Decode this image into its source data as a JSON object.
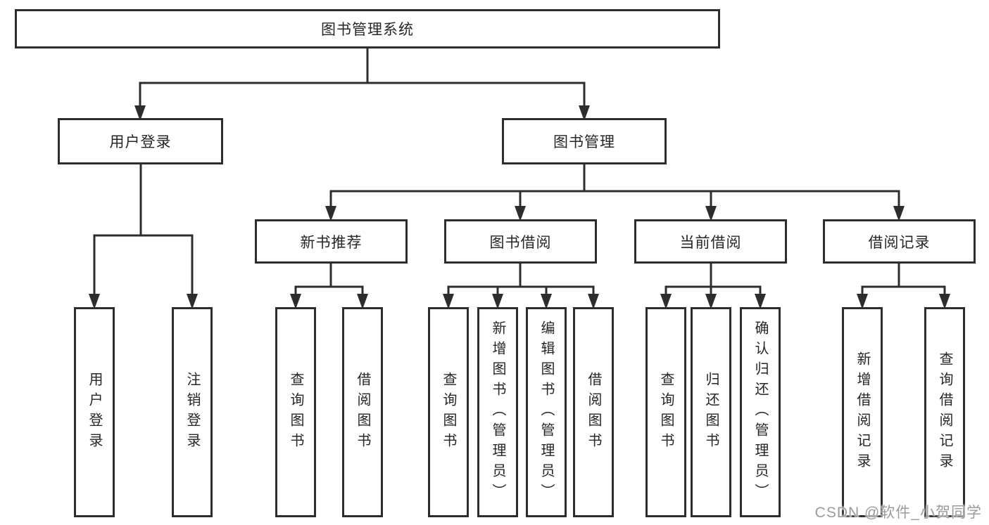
{
  "diagram": {
    "root": {
      "label": "图书管理系统"
    },
    "branches": [
      {
        "label": "用户登录",
        "leaves": [
          "用户登录",
          "注销登录"
        ]
      },
      {
        "label": "图书管理",
        "groups": [
          {
            "label": "新书推荐",
            "leaves": [
              "查询图书",
              "借阅图书"
            ]
          },
          {
            "label": "图书借阅",
            "leaves": [
              "查询图书",
              "新增图书（管理员）",
              "编辑图书（管理员）",
              "借阅图书"
            ]
          },
          {
            "label": "当前借阅",
            "leaves": [
              "查询图书",
              "归还图书",
              "确认归还（管理员）"
            ]
          },
          {
            "label": "借阅记录",
            "leaves": [
              "新增借阅记录",
              "查询借阅记录"
            ]
          }
        ]
      }
    ],
    "watermark": "CSDN @软件_小贺同学",
    "colors": {
      "line": "#2d2d2d",
      "text": "#262626",
      "background": "#ffffff",
      "watermark": "#9b9b9b"
    }
  }
}
